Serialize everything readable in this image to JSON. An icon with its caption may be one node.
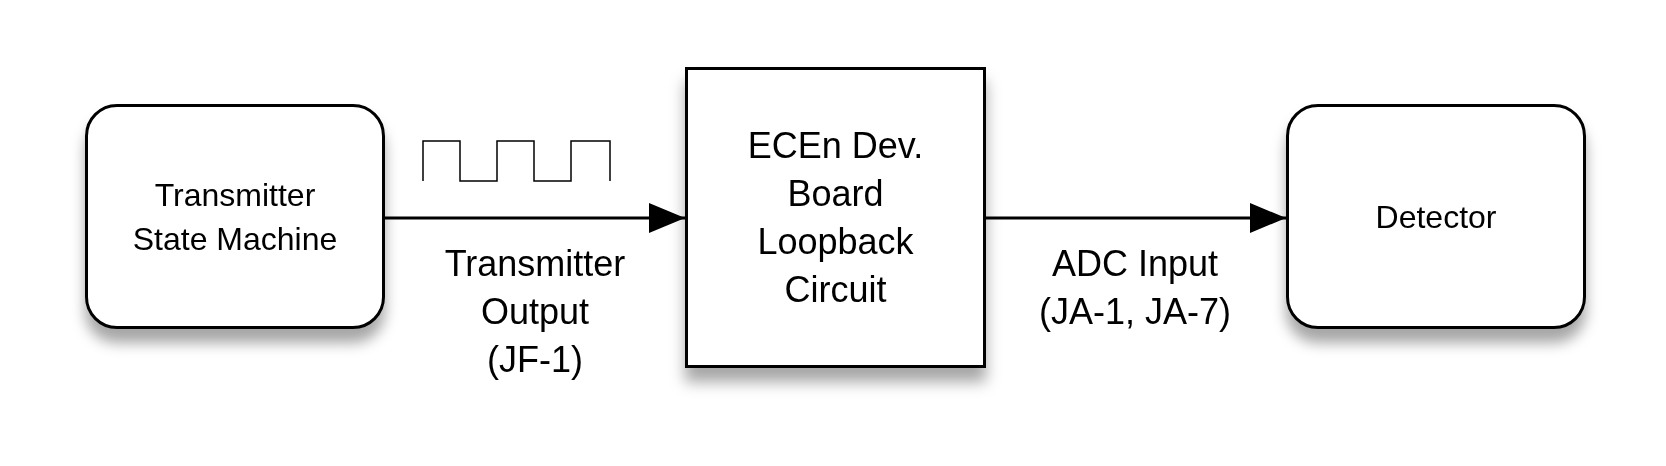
{
  "diagram": {
    "nodes": [
      {
        "text": [
          "Transmitter State Machine"
        ]
      },
      {
        "text": [
          "ECEn Dev. Board Loopback Circuit"
        ]
      },
      {
        "text": [
          "Detector"
        ]
      }
    ],
    "edges": [
      {
        "from": 0,
        "to": 1,
        "arrow": "to",
        "label": "Transmitter Output (JF-1)"
      },
      {
        "from": 1,
        "to": 2,
        "arrow": "to",
        "label": "ADC Input (JA-1, JA-7)"
      }
    ]
  }
}
